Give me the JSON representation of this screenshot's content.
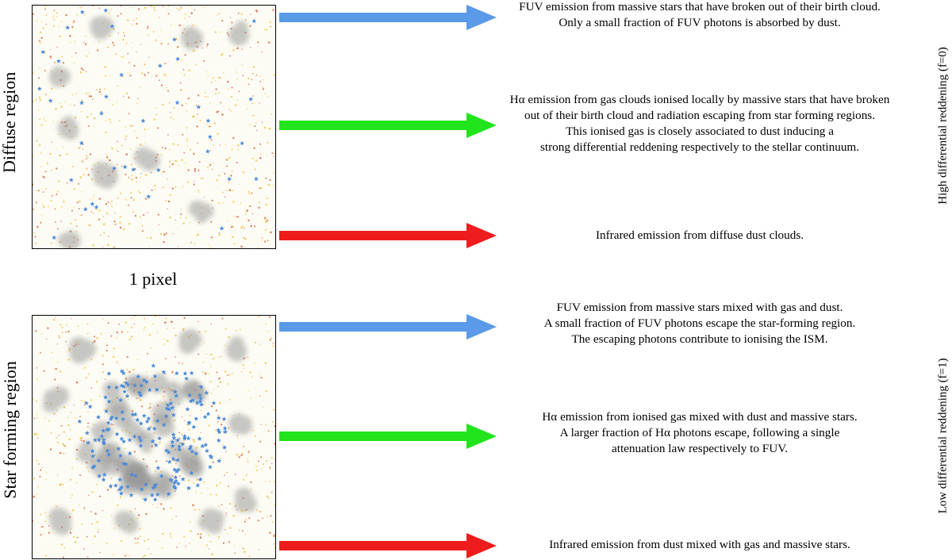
{
  "left_labels": {
    "diffuse": "Diffuse region",
    "star_forming": "Star forming region",
    "pixel": "1 pixel"
  },
  "right_labels": {
    "top": "High differential reddening (f=0)",
    "bottom": "Low differential reddening (f=1)"
  },
  "colors": {
    "fuv_arrow": "#5a9ae8",
    "halpha_arrow": "#22e41c",
    "ir_arrow": "#ee1c1c",
    "star": "#4a8ad8",
    "cloud": "#9a9a9a",
    "dust_yellow": "#f0c040",
    "dust_red": "#d86040"
  },
  "diffuse_rows": [
    {
      "arrow": "fuv",
      "lines": [
        "FUV emission from massive stars that have broken out of their birth cloud.",
        "Only a small fraction of FUV photons is absorbed by dust."
      ]
    },
    {
      "arrow": "halpha",
      "lines": [
        "Hα emission from gas clouds ionised locally by massive stars that have broken",
        "out of their birth cloud and radiation escaping from star forming regions.",
        "This ionised gas is closely associated to dust inducing a",
        "strong differential reddening respectively to the stellar continuum."
      ]
    },
    {
      "arrow": "ir",
      "lines": [
        "Infrared emission from diffuse dust clouds."
      ]
    }
  ],
  "sf_rows": [
    {
      "arrow": "fuv",
      "lines": [
        "FUV emission from massive stars mixed with gas and dust.",
        "A small fraction of FUV photons escape the star-forming region.",
        "The escaping photons contribute to ionising the ISM."
      ]
    },
    {
      "arrow": "halpha",
      "lines": [
        "Hα emission from ionised gas mixed with dust and massive stars.",
        "A larger fraction of Hα photons escape, following a single",
        "attenuation law respectively to FUV."
      ]
    },
    {
      "arrow": "ir",
      "lines": [
        "Infrared emission from dust mixed with gas and massive stars."
      ]
    }
  ]
}
